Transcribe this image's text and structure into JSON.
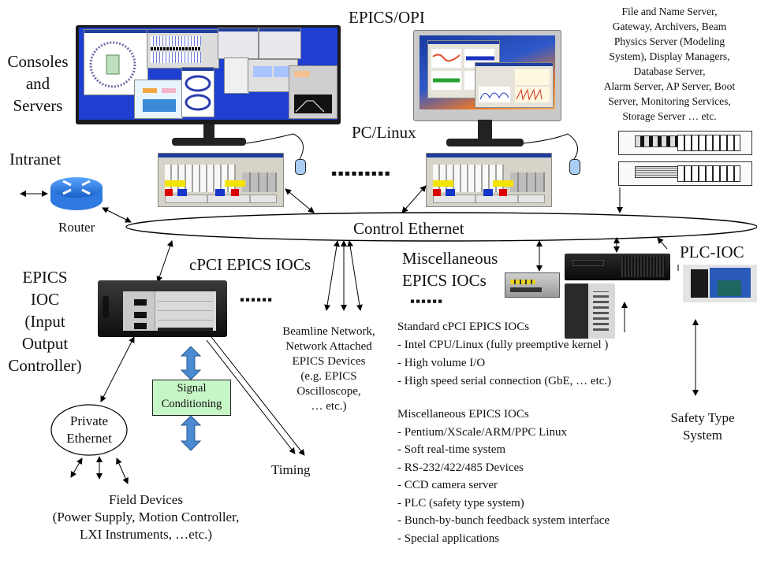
{
  "diagram": {
    "title_opi": "EPICS/OPI",
    "consoles_label": [
      "Consoles",
      "and",
      "Servers"
    ],
    "pc_linux_label": "PC/Linux",
    "intranet_label": "Intranet",
    "router_label": "Router",
    "control_ethernet_label": "Control Ethernet",
    "servers_description": [
      "File and Name Server,",
      "Gateway, Archivers, Beam",
      "Physics Server  (Modeling",
      "System), Display Managers,",
      "Database Server,",
      "Alarm Server, AP Server,  Boot",
      "Server, Monitoring Services,",
      "Storage Server … etc."
    ],
    "epics_ioc_label": [
      "EPICS",
      "IOC",
      "(Input",
      "Output",
      "Controller)"
    ],
    "cpci_iocs_label": "cPCI EPICS IOCs",
    "misc_iocs_label": [
      "Miscellaneous",
      "EPICS IOCs"
    ],
    "plc_ioc_label": "PLC-IOC",
    "ellipsis_dots": "▪▪▪▪▪▪",
    "ellipsis_dots_long": "▪▪▪▪▪▪▪▪▪",
    "beamline_label": [
      "Beamline Network,",
      "Network Attached",
      "EPICS Devices",
      "(e.g. EPICS",
      "Oscilloscope,",
      "… etc.)"
    ],
    "timing_label": "Timing",
    "signal_conditioning_label": [
      "Signal",
      "Conditioning"
    ],
    "private_ethernet_label": [
      "Private",
      "Ethernet"
    ],
    "field_devices_label": [
      "Field Devices",
      "(Power Supply, Motion Controller,",
      "LXI Instruments, …etc.)"
    ],
    "safety_label": [
      "Safety Type",
      "System"
    ],
    "standard_cpci": {
      "heading": "Standard cPCI EPICS IOCs",
      "items": [
        "- Intel CPU/Linux (fully preemptive kernel )",
        "- High volume I/O",
        "- High speed serial connection (GbE, … etc.)"
      ]
    },
    "misc_iocs_details": {
      "heading": "Miscellaneous EPICS IOCs",
      "items": [
        "- Pentium/XScale/ARM/PPC Linux",
        "- Soft real-time system",
        "- RS-232/422/485 Devices",
        "- CCD camera server",
        "- PLC (safety type system)",
        "- Bunch-by-bunch feedback system interface",
        "- Special applications"
      ]
    },
    "colors": {
      "screen_blue": "#1f3fd0",
      "signal_box_fill": "#c6f5c6",
      "blue_arrow": "#4a8ad0",
      "router_blue": "#2f7ae0"
    }
  }
}
